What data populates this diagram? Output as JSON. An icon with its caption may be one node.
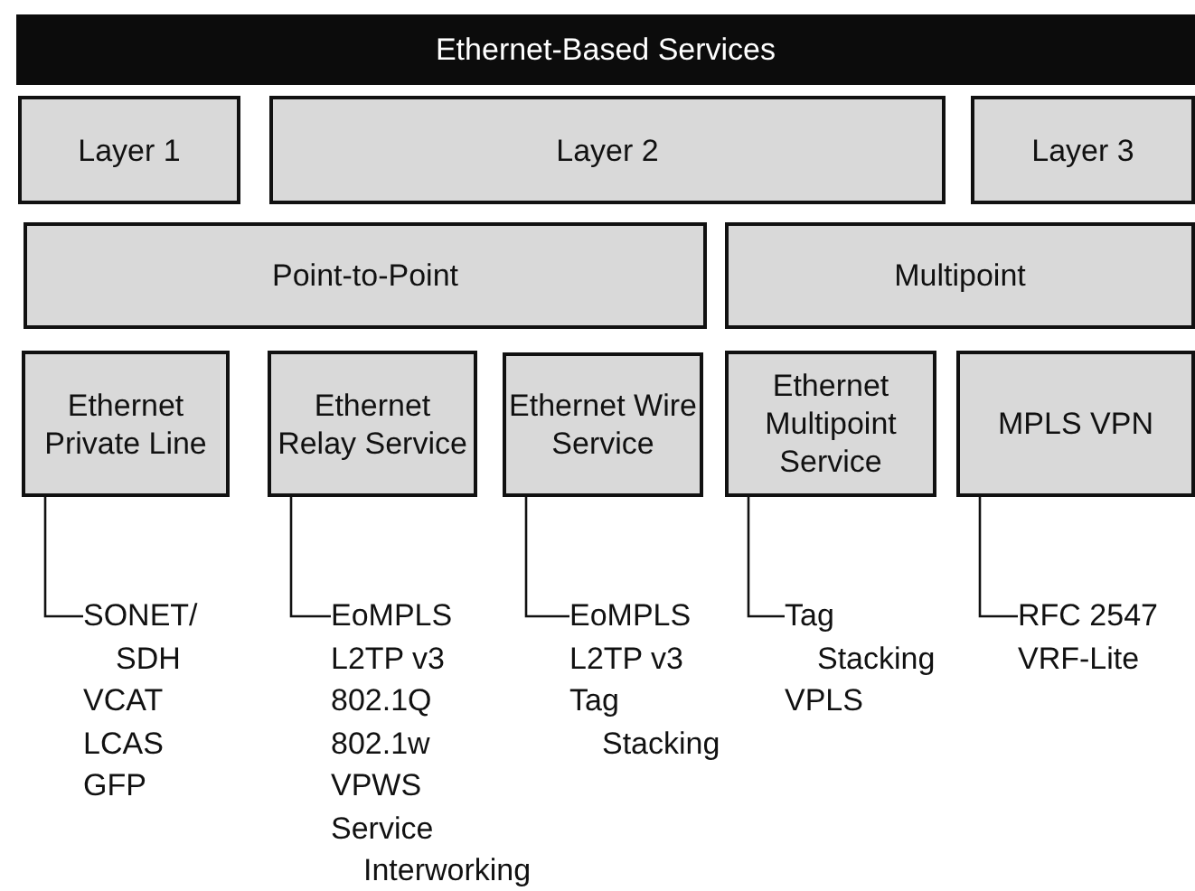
{
  "diagram": {
    "nodes": [
      {
        "text": [
          "Ethernet-Based Services"
        ]
      },
      {
        "text": [
          "Layer 1"
        ]
      },
      {
        "text": [
          "Layer 2"
        ]
      },
      {
        "text": [
          "Layer 3"
        ]
      },
      {
        "text": [
          "Point-to-Point"
        ]
      },
      {
        "text": [
          "Multipoint"
        ]
      },
      {
        "text": [
          "Ethernet Private Line"
        ]
      },
      {
        "text": [
          "Ethernet Relay Service"
        ]
      },
      {
        "text": [
          "Ethernet Wire Service"
        ]
      },
      {
        "text": [
          "Ethernet Multipoint Service"
        ]
      },
      {
        "text": [
          "MPLS VPN"
        ]
      },
      {
        "text": [
          "SONET/ SDH",
          "VCAT",
          "LCAS",
          "GFP"
        ]
      },
      {
        "text": [
          "EoMPLS",
          "L2TP v3",
          "802.1Q",
          "802.1w",
          "VPWS",
          "Service Interworking"
        ]
      },
      {
        "text": [
          "EoMPLS",
          "L2TP v3",
          "Tag Stacking"
        ]
      },
      {
        "text": [
          "Tag Stacking",
          "VPLS"
        ]
      },
      {
        "text": [
          "RFC 2547",
          "VRF-Lite"
        ]
      }
    ],
    "edges": [
      {
        "from": 6,
        "to": 11,
        "arrow": "none"
      },
      {
        "from": 7,
        "to": 12,
        "arrow": "none"
      },
      {
        "from": 8,
        "to": 13,
        "arrow": "none"
      },
      {
        "from": 9,
        "to": 14,
        "arrow": "none"
      },
      {
        "from": 10,
        "to": 15,
        "arrow": "none"
      }
    ]
  }
}
